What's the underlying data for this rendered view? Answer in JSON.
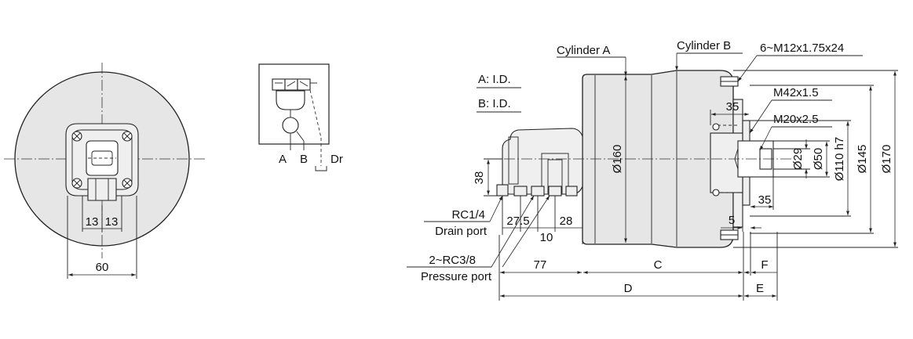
{
  "front_view": {
    "dims": {
      "port_left": "13",
      "port_right": "13",
      "width": "60"
    }
  },
  "schematic": {
    "ports": {
      "a": "A",
      "b": "B",
      "drain": "Dr"
    }
  },
  "side_view": {
    "callouts": {
      "cylinder_a": "Cylinder A",
      "cylinder_b": "Cylinder B",
      "bolts": "6~M12x1.75x24",
      "thread_outer": "M42x1.5",
      "thread_inner": "M20x2.5",
      "a_id": "A: I.D.",
      "b_id": "B: I.D.",
      "drain_size": "RC1/4",
      "drain_label": "Drain port",
      "pressure_size": "2~RC3/8",
      "pressure_label": "Pressure port"
    },
    "dims": {
      "d35_top": "35",
      "d35_bottom": "35",
      "d5": "5",
      "h38": "38",
      "d27_5": "27.5",
      "d10": "10",
      "d28": "28",
      "d77": "77",
      "c": "C",
      "d": "D",
      "e": "E",
      "f": "F",
      "dia160": "Ø160",
      "dia29": "Ø29",
      "dia50": "Ø50",
      "dia110": "Ø110 h7",
      "dia145": "Ø145",
      "dia170": "Ø170"
    }
  }
}
